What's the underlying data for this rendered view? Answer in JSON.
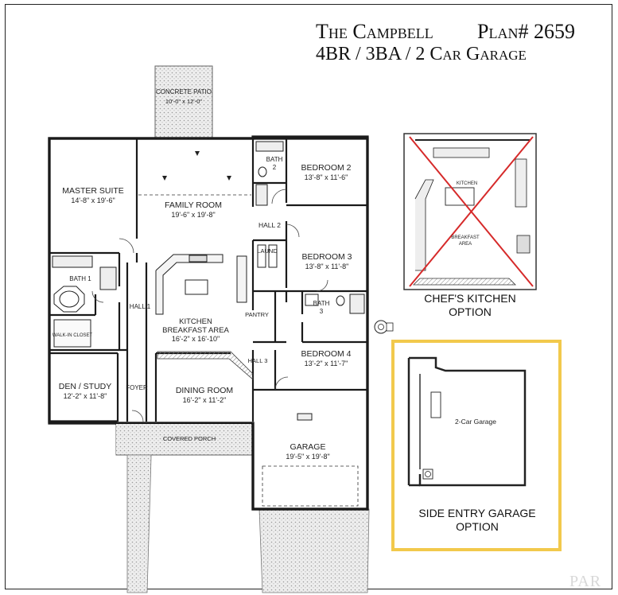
{
  "header": {
    "name": "The Campbell",
    "plan": "Plan# 2659",
    "specs": "4BR / 3BA / 2 Car Garage"
  },
  "rooms": {
    "patio": {
      "name": "CONCRETE PATIO",
      "dims": "10'-0\" x 12'-0\""
    },
    "master": {
      "name": "MASTER SUITE",
      "dims": "14'-8\" x 19'-6\""
    },
    "family": {
      "name": "FAMILY ROOM",
      "dims": "19'-6\" x 19'-8\""
    },
    "bath2": {
      "name": "BATH 2"
    },
    "bedroom2": {
      "name": "BEDROOM 2",
      "dims": "13'-8\" x 11'-6\""
    },
    "hall2": {
      "name": "HALL 2"
    },
    "laundry": {
      "name": "LAUND"
    },
    "bedroom3": {
      "name": "BEDROOM 3",
      "dims": "13'-8\" x 11'-8\""
    },
    "bath1": {
      "name": "BATH 1"
    },
    "walkin": {
      "name": "WALK-IN CLOSET"
    },
    "hall1": {
      "name": "HALL 1"
    },
    "kitchen": {
      "name": "KITCHEN",
      "name2": "BREAKFAST AREA",
      "dims": "16'-2\" x 16'-10\""
    },
    "pantry": {
      "name": "PANTRY"
    },
    "bath3": {
      "name": "BATH 3"
    },
    "hall3": {
      "name": "HALL 3"
    },
    "bedroom4": {
      "name": "BEDROOM 4",
      "dims": "13'-2\" x 11'-7\""
    },
    "den": {
      "name": "DEN / STUDY",
      "dims": "12'-2\" x 11'-8\""
    },
    "foyer": {
      "name": "FOYER"
    },
    "dining": {
      "name": "DINING ROOM",
      "dims": "16'-2\" x 11'-2\""
    },
    "porch": {
      "name": "COVERED PORCH"
    },
    "garage": {
      "name": "GARAGE",
      "dims": "19'-5\" x 19'-8\""
    }
  },
  "options": {
    "kitchen": {
      "label_line1": "CHEF'S KITCHEN",
      "label_line2": "OPTION",
      "inset_kitchen": "KITCHEN",
      "inset_breakfast": "BREAKFAST",
      "inset_area": "AREA"
    },
    "garage": {
      "label_line1": "SIDE ENTRY GARAGE",
      "label_line2": "OPTION",
      "inset_label": "2-Car Garage"
    }
  },
  "watermark": "PAR",
  "colors": {
    "wall": "#1a1a1a",
    "cross": "#d62a2a",
    "highlight": "#f2c94c",
    "hatch": "#999999"
  }
}
